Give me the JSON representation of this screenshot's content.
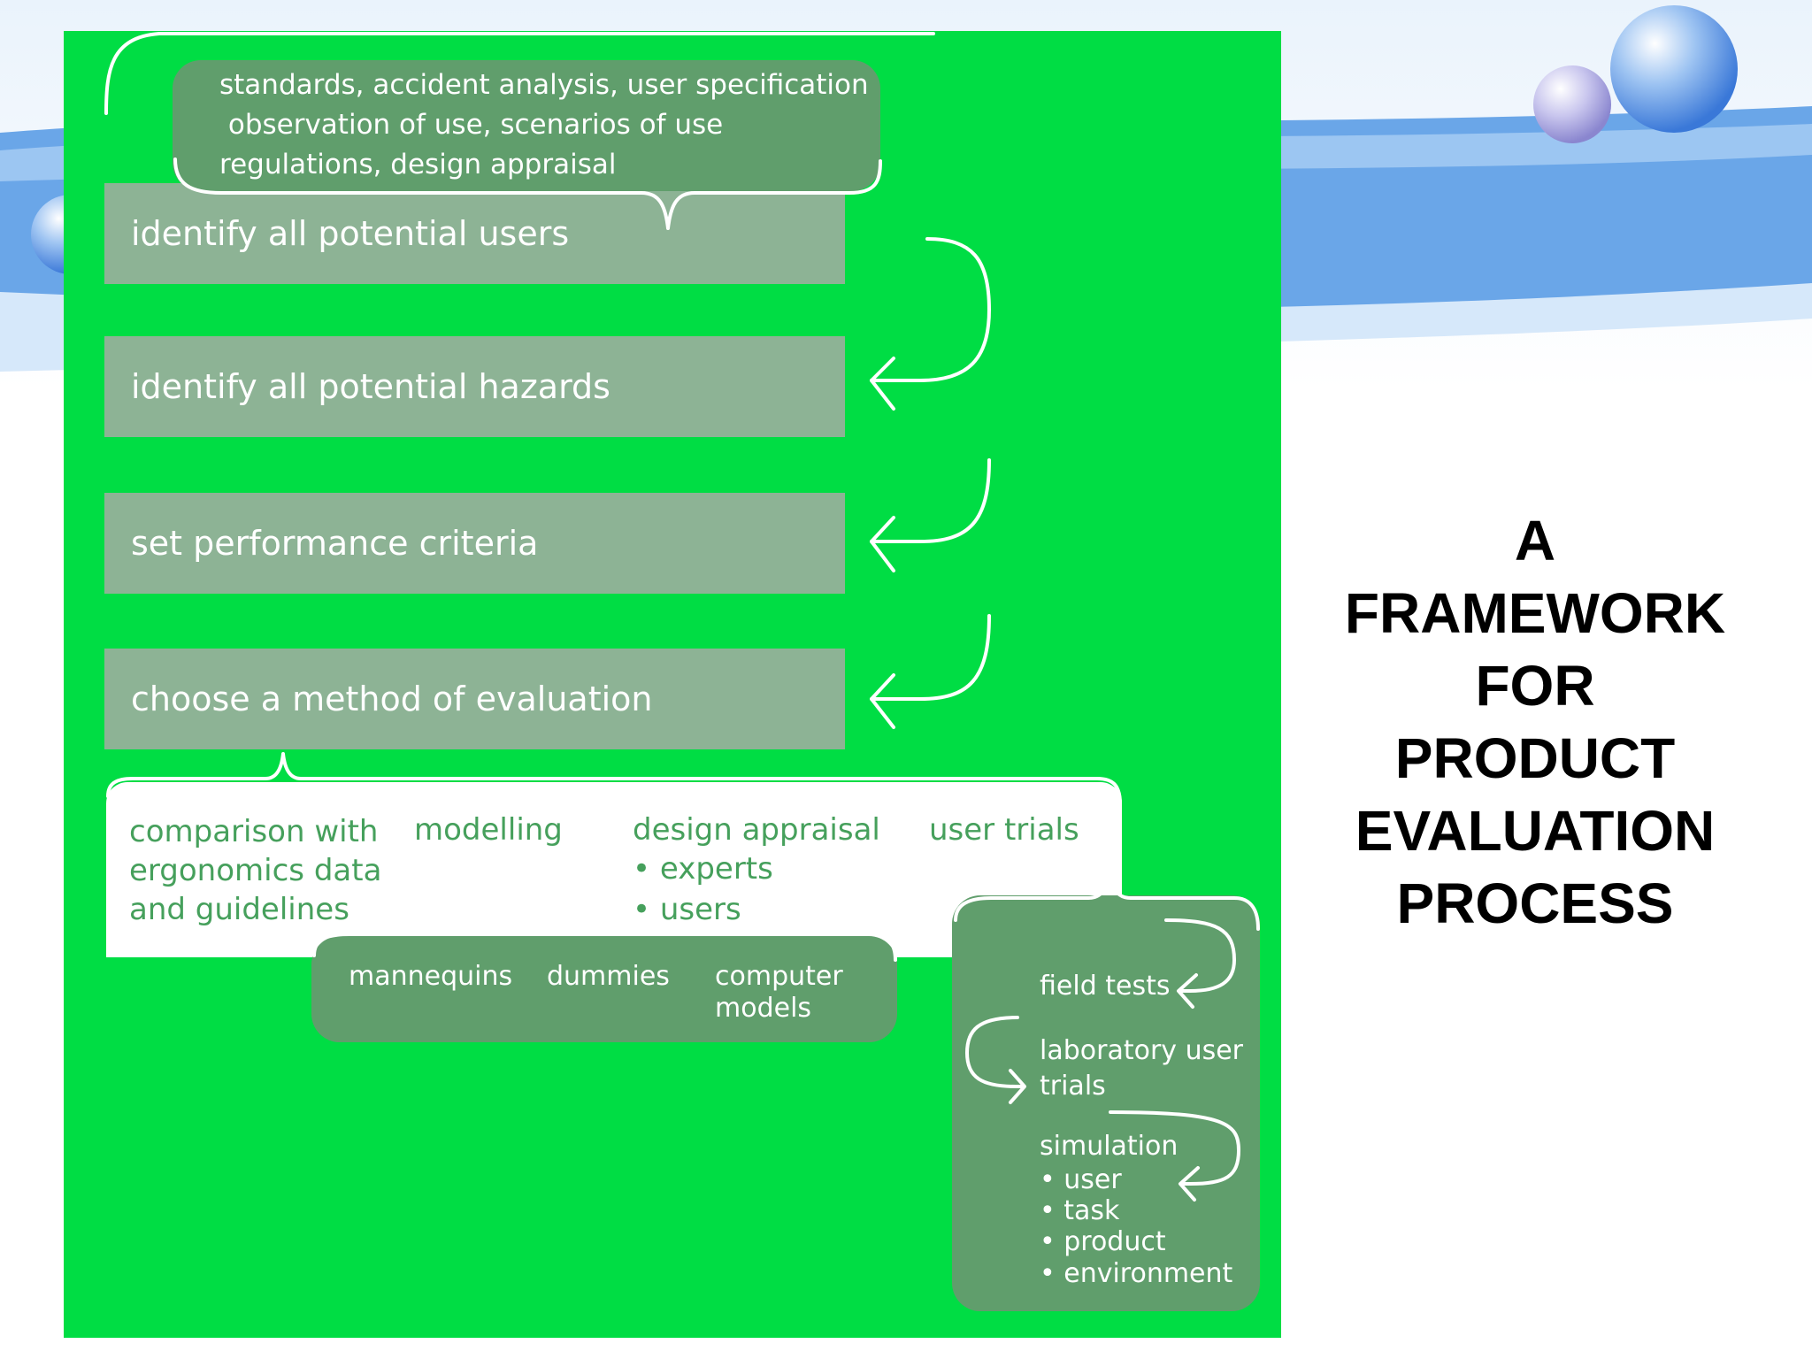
{
  "title_lines": [
    "A",
    "FRAMEWORK",
    "FOR",
    "PRODUCT",
    "EVALUATION",
    "PROCESS"
  ],
  "inputs": {
    "line1": "standards, accident analysis, user specification",
    "line2": " observation of use, scenarios of use",
    "line3": "regulations, design appraisal"
  },
  "steps": [
    "identify all potential users",
    "identify all potential  hazards",
    "set performance criteria",
    "choose a method of evaluation"
  ],
  "methods": {
    "comparison": [
      "comparison with",
      "ergonomics data",
      "and guidelines"
    ],
    "modelling": "modelling",
    "design_appraisal": "design appraisal",
    "design_appraisal_items": [
      "experts",
      "users"
    ],
    "user_trials": "user trials"
  },
  "modelling_types": {
    "mannequins": "mannequins",
    "dummies": "dummies",
    "computer_models": [
      "computer",
      "models"
    ]
  },
  "trial_types": {
    "field_tests": "field tests",
    "lab_trials": [
      "laboratory user",
      "trials"
    ],
    "simulation": "simulation",
    "simulation_items": [
      "user",
      "task",
      "product",
      "environment"
    ]
  },
  "colors": {
    "panel_green": "#00dd44",
    "step_box": "#8db395",
    "dark_box": "#609e6c",
    "method_text": "#46a05c"
  }
}
